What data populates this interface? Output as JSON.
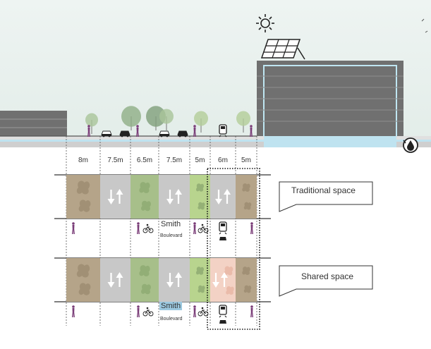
{
  "lane_widths": [
    "8m",
    "7.5m",
    "6.5m",
    "7.5m",
    "5m",
    "6m",
    "5m"
  ],
  "rows": [
    {
      "callout": "Traditional space",
      "street_name": "Smith",
      "street_suffix": "Boulevard",
      "lanes": [
        "planting",
        "traffic",
        "planting",
        "traffic",
        "planting",
        "traffic",
        "planting"
      ]
    },
    {
      "callout": "Shared space",
      "street_name": "Smith",
      "street_suffix": "Boulevard",
      "lanes": [
        "planting",
        "traffic",
        "planting",
        "traffic",
        "planting",
        "shared",
        "planting"
      ]
    }
  ],
  "icons": [
    "sun-icon",
    "solar-panel-icon",
    "water-drop-icon",
    "tree-icon",
    "car-icon",
    "tram-icon",
    "bicycle-icon",
    "pedestrian-icon",
    "two-way-arrow-icon"
  ],
  "colors": {
    "sky": "#e9f1ef",
    "building": "#707070",
    "ground": "#cfcfcf",
    "water": "#bfe3f0",
    "planting_brown": "#b5a489",
    "planting_green": "#a7bf8a",
    "planting_lime": "#b8d48e",
    "traffic_grey": "#c8c8c8",
    "shared_pink": "#f3d2c5",
    "street_highlight": "#9cc9e0",
    "pedestrian_purple": "#7a3d78"
  }
}
